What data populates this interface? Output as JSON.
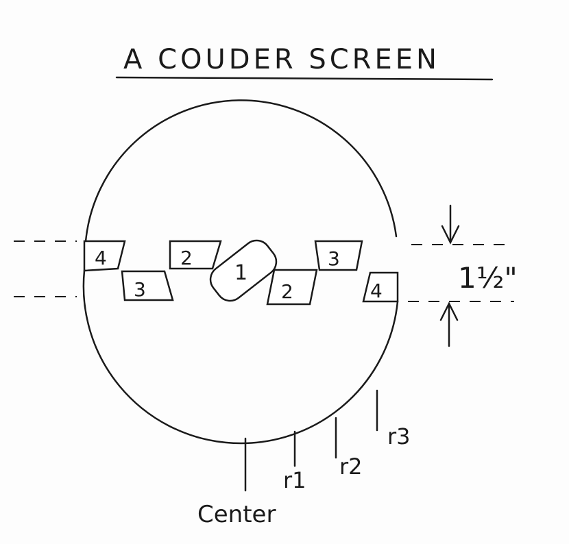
{
  "title": "A COUDER SCREEN",
  "zones": {
    "z1": "1",
    "z2_left": "2",
    "z2_right": "2",
    "z3_left": "3",
    "z3_right": "3",
    "z4_left": "4",
    "z4_right": "4"
  },
  "dimension": "1½\"",
  "radii": {
    "r1": "r1",
    "r2": "r2",
    "r3": "r3",
    "center": "Center"
  }
}
